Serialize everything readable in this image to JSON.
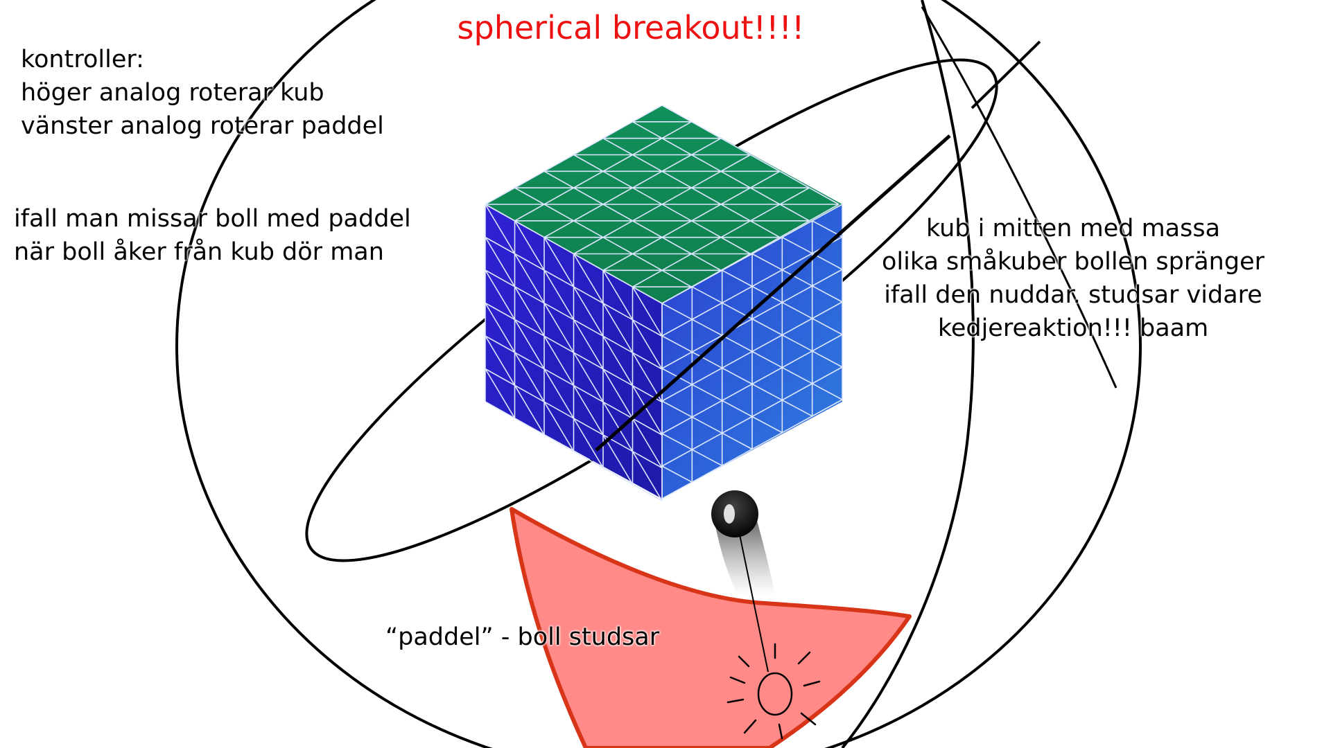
{
  "title": "spherical breakout!!!!",
  "colors": {
    "title": "#ee1111",
    "cube_top": "#118855",
    "cube_left": "#2a1fc8",
    "cube_right": "#2a5fd6",
    "paddle_fill": "#ff8a88",
    "paddle_stroke": "#d83418",
    "grid_line": "#dde6ff",
    "ink": "#000000"
  },
  "notes": {
    "controls": [
      "kontroller:",
      "höger analog roterar kub",
      "vänster analog roterar paddel"
    ],
    "miss_rule": [
      "ifall man missar boll med paddel",
      "när boll åker från kub dör man"
    ],
    "cube_description": [
      "kub i mitten med massa",
      "olika småkuber bollen spränger",
      "ifall den nuddar. studsar vidare",
      "kedjereaktion!!! baam"
    ],
    "paddle_label": "“paddel” - boll studsar"
  },
  "cube": {
    "grid": 6
  },
  "icons": {
    "ball": "ball-icon",
    "impact": "sun-sketch-icon"
  }
}
